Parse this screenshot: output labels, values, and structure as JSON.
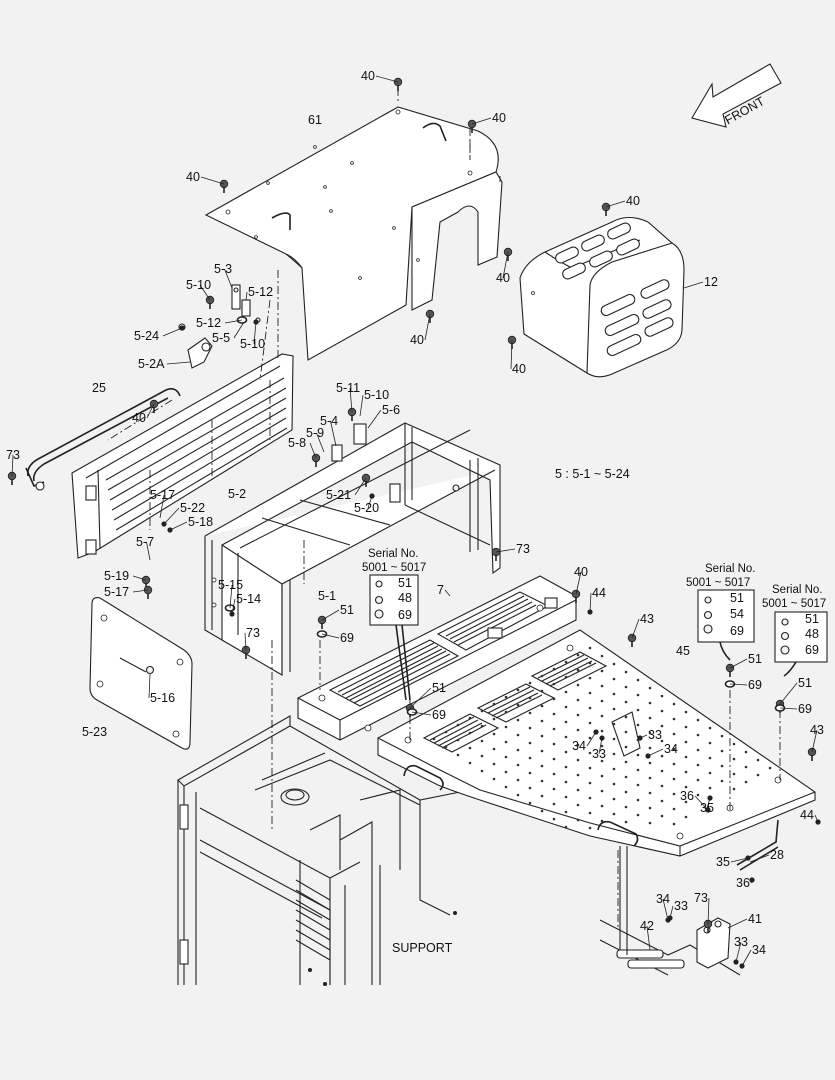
{
  "front_label": "FRONT",
  "support_label": "SUPPORT",
  "range_note": "5 : 5-1 ~ 5-24",
  "serial_boxes": [
    {
      "title": "Serial No.",
      "range": "5001 ~ 5017",
      "parts": [
        "51",
        "48",
        "69"
      ]
    },
    {
      "title": "Serial No.",
      "range": "5001 ~ 5017",
      "parts": [
        "51",
        "54",
        "69"
      ]
    },
    {
      "title": "Serial No.",
      "range": "5001 ~ 5017",
      "parts": [
        "51",
        "48",
        "69"
      ]
    }
  ],
  "callouts": [
    "40",
    "40",
    "61",
    "40",
    "40",
    "40",
    "12",
    "40",
    "40",
    "5-3",
    "5-10",
    "5-12",
    "5-12",
    "5-24",
    "5-5",
    "5-10",
    "5-2A",
    "25",
    "40",
    "73",
    "5-11",
    "5-10",
    "5-6",
    "5-4",
    "5-9",
    "5-8",
    "5-2",
    "5-21",
    "5-20",
    "5-17",
    "5-22",
    "5-18",
    "5-7",
    "5-19",
    "5-17",
    "5-15",
    "5-14",
    "5-1",
    "73",
    "51",
    "69",
    "73",
    "5-16",
    "5-23",
    "7",
    "40",
    "44",
    "43",
    "45",
    "51",
    "69",
    "51",
    "69",
    "51",
    "69",
    "34",
    "33",
    "33",
    "34",
    "43",
    "36",
    "35",
    "44",
    "28",
    "35",
    "36",
    "34",
    "33",
    "73",
    "41",
    "42",
    "33",
    "34"
  ]
}
